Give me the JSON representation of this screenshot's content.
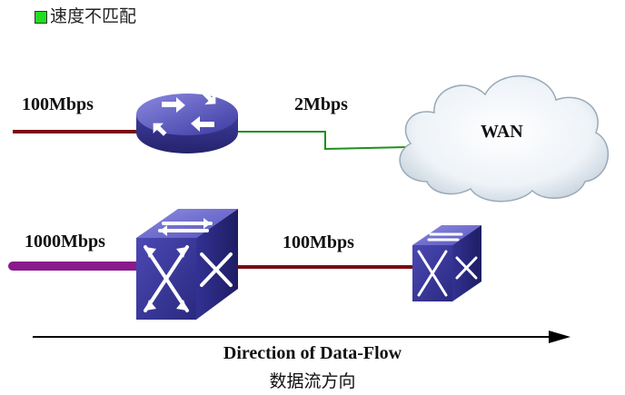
{
  "legend": {
    "label": "速度不匹配",
    "swatch_color": "#22dd22"
  },
  "top_link": {
    "left_speed": "100Mbps",
    "right_speed": "2Mbps",
    "left_line_color": "#7a0c12",
    "right_line_color": "#1f8f1f"
  },
  "wan": {
    "label": "WAN"
  },
  "bottom_link": {
    "left_speed": "1000Mbps",
    "right_speed": "100Mbps",
    "left_line_color": "#8a1a8c",
    "right_line_color": "#7a0c12"
  },
  "direction": {
    "english": "Direction of Data-Flow",
    "chinese": "数据流方向"
  },
  "icons": [
    "router-icon",
    "cloud-icon",
    "large-switch-icon",
    "small-switch-icon",
    "arrow-right-icon"
  ]
}
